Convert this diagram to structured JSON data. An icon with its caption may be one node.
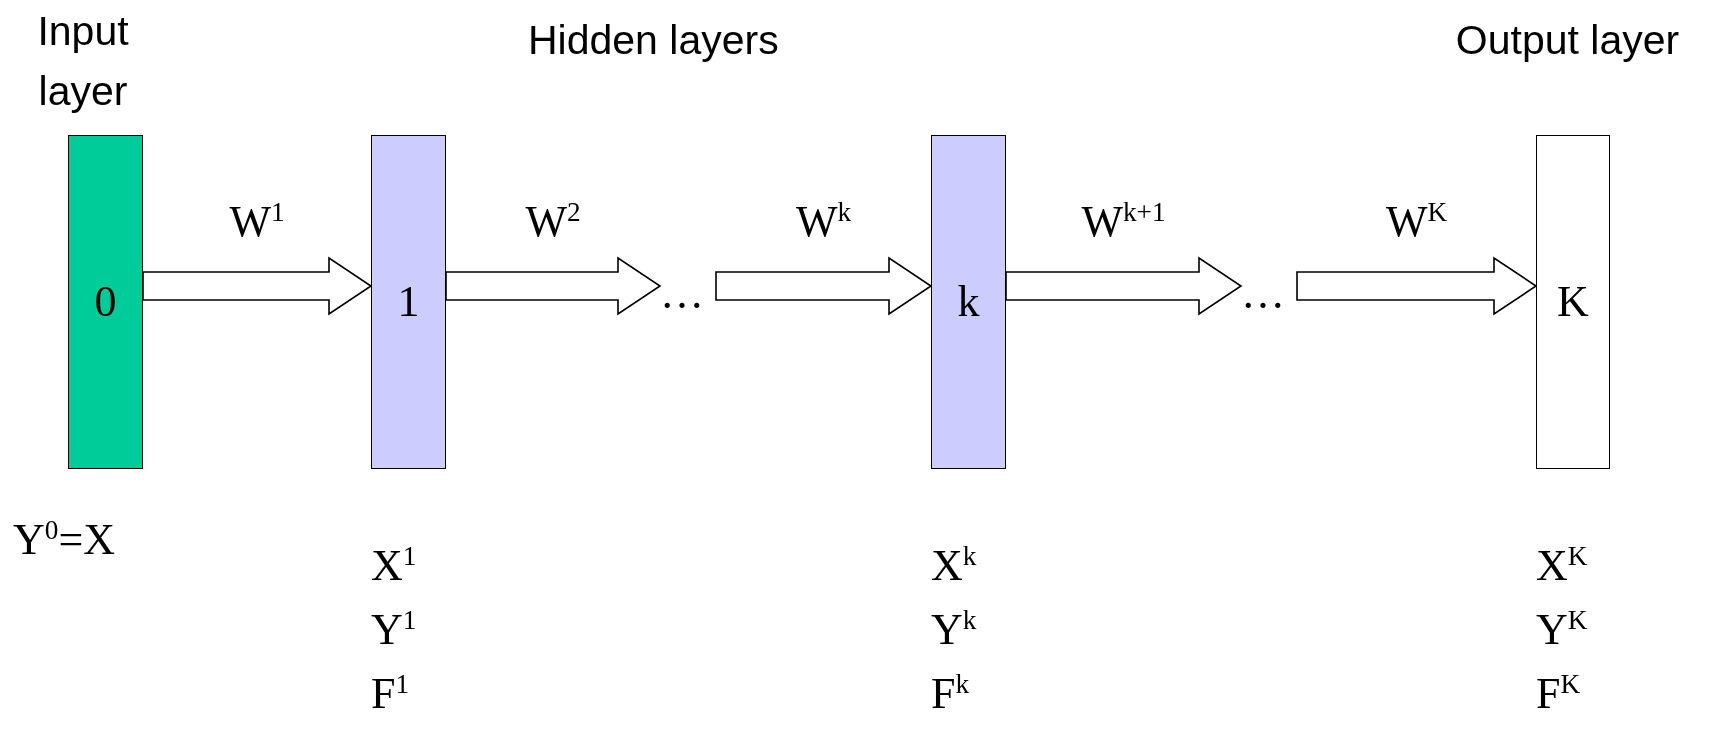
{
  "diagram": {
    "nodes": [
      {
        "text": [
          "Input layer",
          "0"
        ],
        "beside": [
          "Y$^{0}$=X"
        ]
      },
      {
        "text": [
          "1"
        ],
        "beside": [
          "X$^{1}$",
          "Y$^{1}$",
          "F$^{1}$"
        ]
      },
      {
        "text": [
          "…"
        ]
      },
      {
        "text": [
          "k"
        ],
        "beside": [
          "X$^{k}$",
          "Y$^{k}$",
          "F$^{k}$"
        ]
      },
      {
        "text": [
          "…"
        ]
      },
      {
        "text": [
          "Output layer",
          "K"
        ],
        "beside": [
          "X$^{K}$",
          "Y$^{K}$",
          "F$^{K}$"
        ]
      }
    ],
    "edges": [
      {
        "from": 0,
        "to": 1,
        "arrow": "to",
        "label": "W$^{1}$"
      },
      {
        "from": 1,
        "to": 2,
        "arrow": "to",
        "label": "W$^{2}$"
      },
      {
        "from": 2,
        "to": 3,
        "arrow": "to",
        "label": "W$^{k}$"
      },
      {
        "from": 3,
        "to": 4,
        "arrow": "to",
        "label": "W$^{k+1}$"
      },
      {
        "from": 4,
        "to": 5,
        "arrow": "to",
        "label": "W$^{K}$"
      }
    ],
    "labels": [
      "Hidden layers"
    ]
  }
}
